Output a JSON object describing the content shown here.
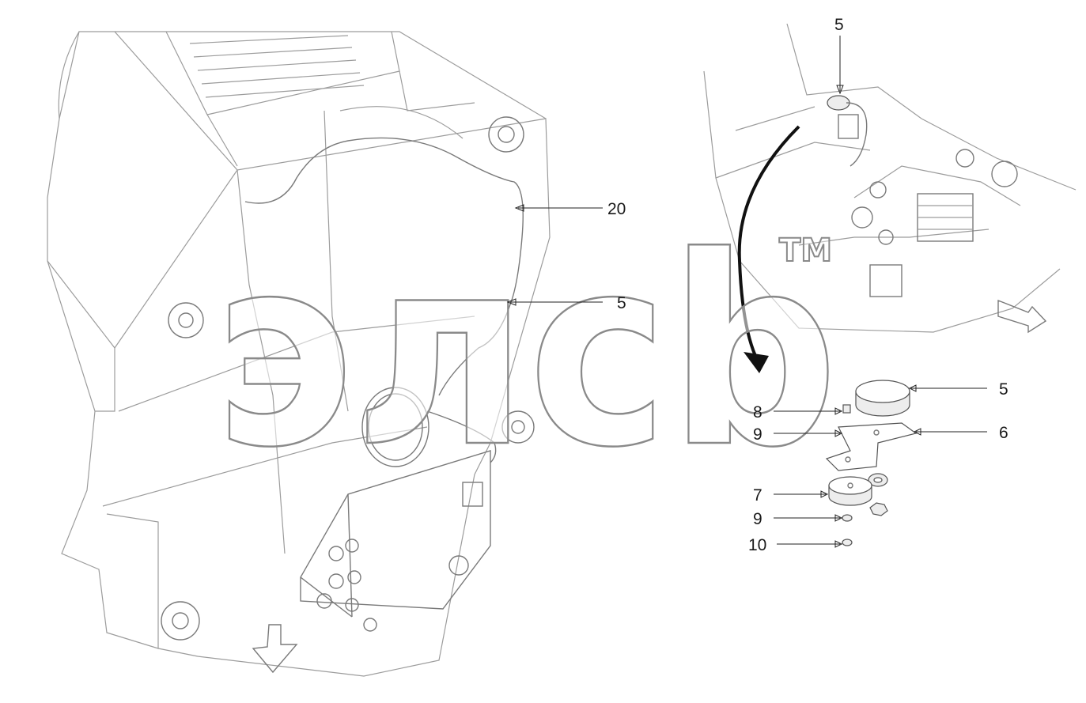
{
  "labels": {
    "left_20": "20",
    "left_5": "5",
    "top_5": "5",
    "right_5": "5",
    "right_6": "6",
    "right_7": "7",
    "right_8": "8",
    "right_9a": "9",
    "right_9b": "9",
    "right_10": "10"
  },
  "watermark": {
    "text": "элсb",
    "tm": "TM"
  },
  "colors": {
    "background": "#ffffff",
    "drawing": "#9c9c9c",
    "leader": "#222222"
  },
  "icons": {
    "left_view_arrow": "down-arrow-icon",
    "right_view_arrow": "right-arrow-icon"
  }
}
